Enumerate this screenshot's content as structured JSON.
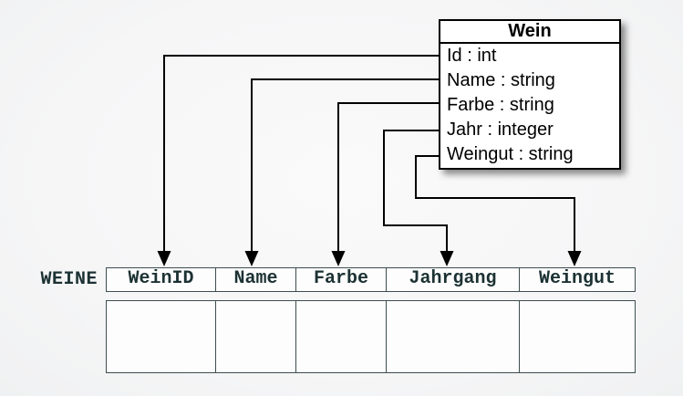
{
  "page": {
    "background": "#f6f6f7"
  },
  "class_box": {
    "title": "Wein",
    "attributes": [
      {
        "label": "Id : int"
      },
      {
        "label": "Name : string"
      },
      {
        "label": "Farbe : string"
      },
      {
        "label": "Jahr : integer"
      },
      {
        "label": "Weingut : string"
      }
    ]
  },
  "table": {
    "label": "WEINE",
    "columns": [
      {
        "label": "WeinID"
      },
      {
        "label": "Name"
      },
      {
        "label": "Farbe"
      },
      {
        "label": "Jahrgang"
      },
      {
        "label": "Weingut"
      }
    ],
    "body_rows": 1,
    "body_cells_empty": true
  },
  "diagram": {
    "type": "attribute-to-column-mapping",
    "connections": [
      {
        "from": "Id",
        "to": "WeinID"
      },
      {
        "from": "Name",
        "to": "Name"
      },
      {
        "from": "Farbe",
        "to": "Farbe"
      },
      {
        "from": "Jahr",
        "to": "Jahrgang"
      },
      {
        "from": "Weingut",
        "to": "Weingut"
      }
    ]
  },
  "colors": {
    "connector": "#000000",
    "box_border": "#000000",
    "box_fill": "#ffffff",
    "table_border": "#3d4d50",
    "table_text": "#1c3133",
    "cell_fill": "#fdfdfd"
  }
}
